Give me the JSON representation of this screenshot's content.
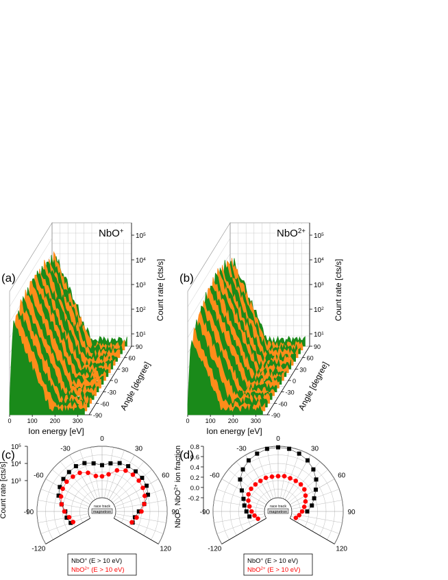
{
  "colors": {
    "black_series": "#000000",
    "red_series": "#ff0000",
    "green": "#1a8a1a",
    "orange": "#ff8c1a",
    "grid": "#bbbbbb"
  },
  "chart_data": [
    {
      "panel": "(a)",
      "type": "area",
      "view": "3d-waterfall",
      "title": "NbO+",
      "title_main": "NbO",
      "title_sup": "+",
      "xlabel": "Ion energy [eV]",
      "ylabel": "Angle [degree]",
      "zlabel": "Count rate [cts/s]",
      "x_ticks": [
        "0",
        "100",
        "200",
        "300"
      ],
      "y_ticks": [
        "90",
        "60",
        "30",
        "0",
        "-30",
        "-60",
        "-90"
      ],
      "z_ticks": [
        {
          "base": "10",
          "exp": "5"
        },
        {
          "base": "10",
          "exp": "4"
        },
        {
          "base": "10",
          "exp": "3"
        },
        {
          "base": "10",
          "exp": "2"
        },
        {
          "base": "10",
          "exp": "1"
        }
      ],
      "xlim": [
        0,
        350
      ],
      "ylim": [
        -90,
        90
      ],
      "zscale": "log",
      "series_colors": [
        "green",
        "orange"
      ],
      "angles": [
        -90,
        -80,
        -70,
        -60,
        -50,
        -40,
        -30,
        -20,
        -10,
        0,
        10,
        20,
        30,
        40,
        50,
        60,
        70,
        80,
        90
      ],
      "peak_energy_eV": 15,
      "peak_log_count": [
        4.3,
        4.5,
        4.6,
        4.7,
        4.7,
        4.8,
        4.8,
        4.9,
        4.9,
        4.9,
        4.9,
        4.8,
        4.8,
        4.7,
        4.7,
        4.6,
        4.5,
        4.4,
        4.2
      ]
    },
    {
      "panel": "(b)",
      "type": "area",
      "view": "3d-waterfall",
      "title": "NbO2+",
      "title_main": "NbO",
      "title_sup": "2+",
      "xlabel": "Ion energy [eV]",
      "ylabel": "Angle [degree]",
      "zlabel": "Count rate [cts/s]",
      "x_ticks": [
        "0",
        "100",
        "200",
        "300"
      ],
      "y_ticks": [
        "90",
        "60",
        "30",
        "0",
        "-30",
        "-60",
        "-90"
      ],
      "z_ticks": [
        {
          "base": "10",
          "exp": "5"
        },
        {
          "base": "10",
          "exp": "4"
        },
        {
          "base": "10",
          "exp": "3"
        },
        {
          "base": "10",
          "exp": "2"
        },
        {
          "base": "10",
          "exp": "1"
        }
      ],
      "xlim": [
        0,
        350
      ],
      "ylim": [
        -90,
        90
      ],
      "zscale": "log",
      "series_colors": [
        "green",
        "orange"
      ],
      "angles": [
        -90,
        -80,
        -70,
        -60,
        -50,
        -40,
        -30,
        -20,
        -10,
        0,
        10,
        20,
        30,
        40,
        50,
        60,
        70,
        80,
        90
      ],
      "peak_energy_eV": 15,
      "peak_log_count": [
        3.7,
        3.9,
        4.1,
        4.3,
        4.4,
        4.5,
        4.6,
        4.7,
        4.7,
        4.7,
        4.7,
        4.7,
        4.6,
        4.5,
        4.5,
        4.4,
        4.3,
        4.2,
        4.0
      ]
    },
    {
      "panel": "(c)",
      "type": "scatter",
      "coordinate_system": "polar",
      "radial_label": "Count rate [cts/s]",
      "radial_scale": "log",
      "radial_ticks": [
        {
          "base": "10",
          "exp": "5"
        },
        {
          "base": "10",
          "exp": "4"
        },
        {
          "base": "10",
          "exp": "3"
        }
      ],
      "rlim": [
        2,
        5
      ],
      "angle_ticks": [
        "-120",
        "-90",
        "-60",
        "-30",
        "0",
        "30",
        "60",
        "90",
        "120"
      ],
      "inner_labels": [
        "race track",
        "magnetron"
      ],
      "legend": [
        {
          "main": "NbO",
          "sup": "+",
          "rest": " (E > 10 eV)",
          "color": "black_series"
        },
        {
          "main": "NbO",
          "sup": "2+",
          "rest": " (E > 10 eV)",
          "color": "red_series"
        }
      ],
      "series": [
        {
          "name": "NbO+ (E > 10 eV)",
          "marker": "square",
          "color": "black_series",
          "angle": [
            -110,
            -100,
            -90,
            -80,
            -70,
            -60,
            -50,
            -40,
            -30,
            -20,
            -10,
            0,
            10,
            20,
            30,
            40,
            50,
            60,
            70,
            80,
            90,
            100,
            110
          ],
          "log_value": [
            3.15,
            3.3,
            3.35,
            3.6,
            3.9,
            4.05,
            4.15,
            4.2,
            4.25,
            4.2,
            4.05,
            3.9,
            4.05,
            4.2,
            4.25,
            4.25,
            4.25,
            4.2,
            4.05,
            3.7,
            3.35,
            3.15,
            3.1
          ]
        },
        {
          "name": "NbO2+ (E > 10 eV)",
          "marker": "circle",
          "color": "red_series",
          "angle": [
            -110,
            -100,
            -90,
            -80,
            -70,
            -60,
            -50,
            -40,
            -30,
            -20,
            -10,
            0,
            10,
            20,
            30,
            40,
            50,
            60,
            70,
            80,
            90,
            100,
            110
          ],
          "log_value": [
            3.0,
            3.15,
            3.4,
            3.6,
            3.75,
            3.85,
            3.9,
            3.85,
            3.8,
            3.6,
            3.3,
            3.25,
            3.4,
            3.75,
            3.95,
            4.0,
            4.0,
            3.95,
            3.85,
            3.7,
            3.5,
            3.25,
            3.05
          ]
        }
      ]
    },
    {
      "panel": "(d)",
      "type": "scatter",
      "coordinate_system": "polar",
      "radial_label": "NbO+, NbO2+ ion fraction",
      "radial_label_parts": [
        {
          "main": "NbO",
          "sup": "+"
        },
        {
          "main": ", NbO",
          "sup": "2+"
        },
        {
          "main": " ion fraction",
          "sup": ""
        }
      ],
      "radial_scale": "linear",
      "radial_ticks": [
        "0.8",
        "0.6",
        "0.4",
        "0.2",
        "0.0",
        "-0.2"
      ],
      "rlim": [
        -0.2,
        0.8
      ],
      "angle_ticks": [
        "-120",
        "-90",
        "-60",
        "-30",
        "0",
        "30",
        "60",
        "90",
        "120"
      ],
      "inner_labels": [
        "race track",
        "magnetron"
      ],
      "legend": [
        {
          "main": "NbO",
          "sup": "+",
          "rest": " (E > 10 eV)",
          "color": "black_series"
        },
        {
          "main": "NbO",
          "sup": "2+",
          "rest": " (E > 10 eV)",
          "color": "red_series"
        }
      ],
      "series": [
        {
          "name": "NbO+ (E > 10 eV)",
          "marker": "square",
          "color": "black_series",
          "angle": [
            -100,
            -90,
            -80,
            -70,
            -60,
            -50,
            -40,
            -30,
            -20,
            -10,
            0,
            10,
            20,
            30,
            40,
            50,
            60,
            70,
            80,
            90
          ],
          "value": [
            0.1,
            0.15,
            0.2,
            0.25,
            0.35,
            0.5,
            0.6,
            0.68,
            0.73,
            0.77,
            0.78,
            0.77,
            0.73,
            0.68,
            0.6,
            0.5,
            0.38,
            0.28,
            0.2,
            0.1
          ]
        },
        {
          "name": "NbO2+ (E > 10 eV)",
          "marker": "circle",
          "color": "red_series",
          "angle": [
            -110,
            -100,
            -90,
            -80,
            -70,
            -60,
            -50,
            -40,
            -30,
            -20,
            -10,
            0,
            10,
            20,
            30,
            40,
            50,
            60,
            70,
            80,
            90,
            100,
            110
          ],
          "value": [
            -0.05,
            0.0,
            0.05,
            0.1,
            0.15,
            0.2,
            0.22,
            0.22,
            0.22,
            0.23,
            0.22,
            0.22,
            0.23,
            0.22,
            0.22,
            0.22,
            0.2,
            0.15,
            0.1,
            0.05,
            0.0,
            -0.05,
            -0.1
          ]
        }
      ]
    }
  ]
}
